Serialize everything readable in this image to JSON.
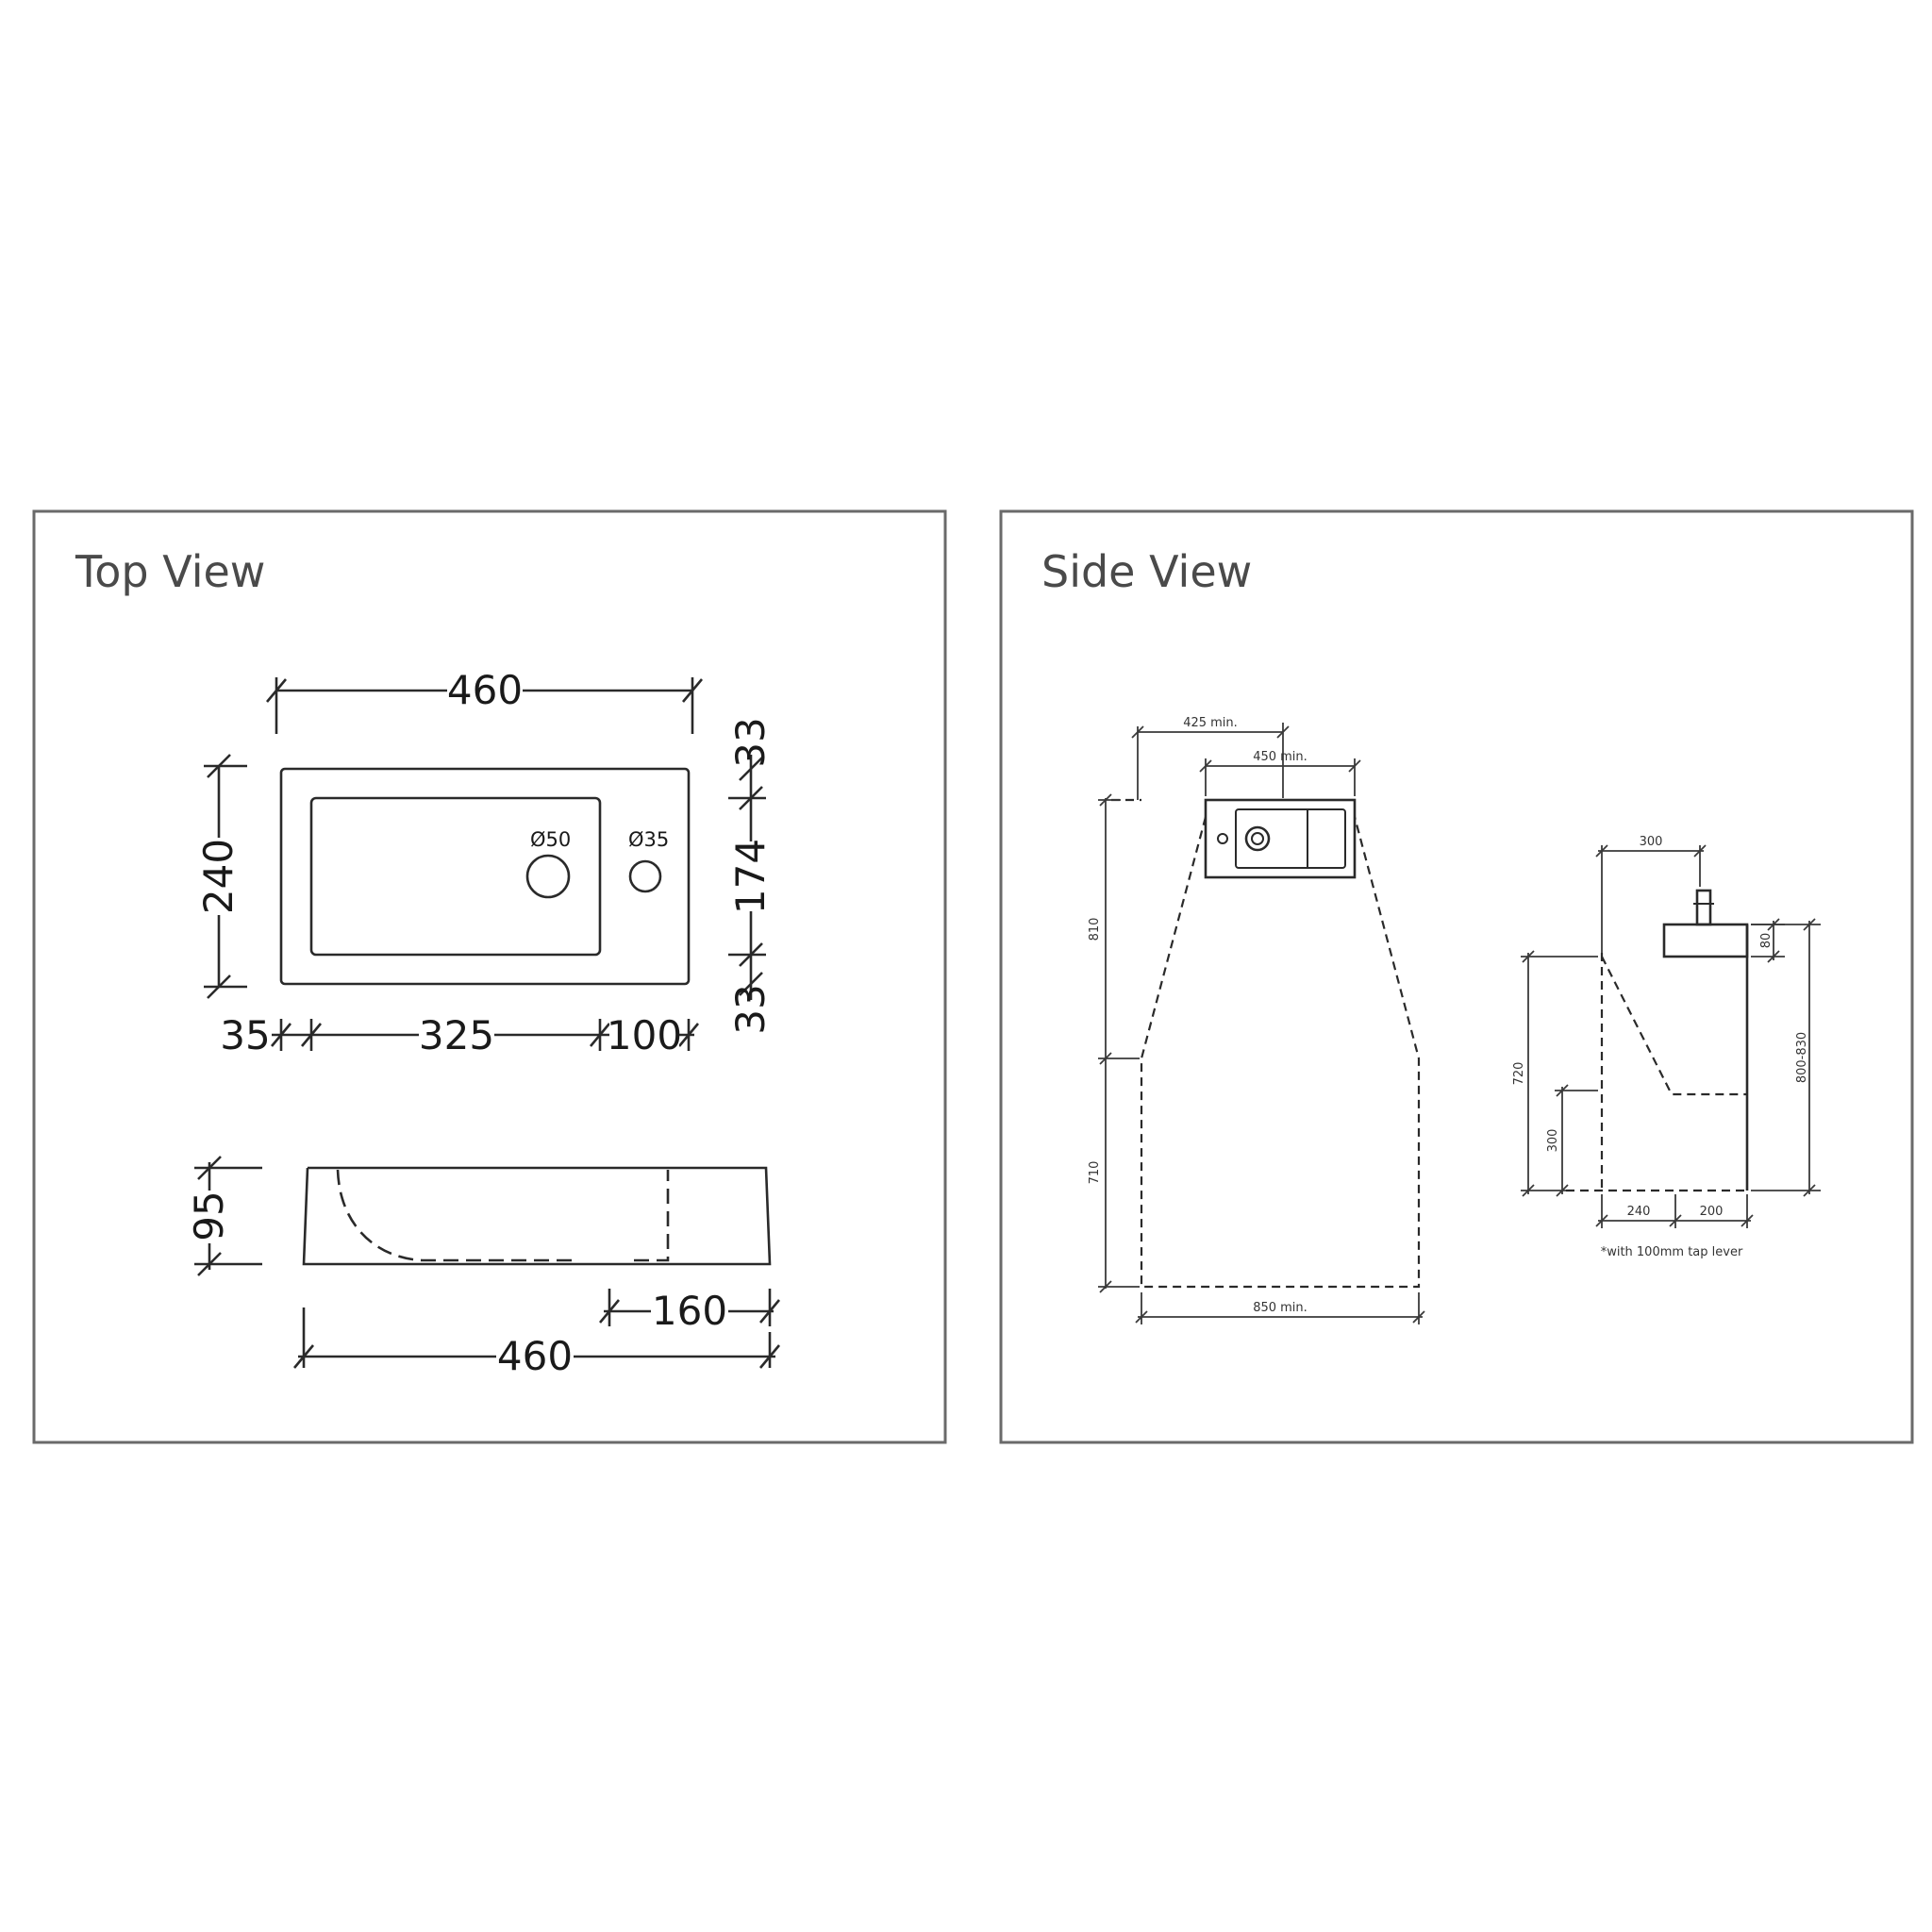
{
  "top_panel": {
    "title": "Top View",
    "plan": {
      "overall_width": "460",
      "overall_depth": "240",
      "margin_top": "33",
      "bowl_depth": "174",
      "margin_bottom": "33",
      "margin_left": "35",
      "bowl_width": "325",
      "tap_zone": "100",
      "waste_hole": "Ø50",
      "tap_hole": "Ø35"
    },
    "elevation": {
      "height": "95",
      "tap_zone": "160",
      "overall_width": "460"
    }
  },
  "side_panel": {
    "title": "Side View",
    "front": {
      "side_clearance": "425 min.",
      "basin_clearance": "450 min.",
      "upper_height": "810",
      "lower_height": "710",
      "floor_width": "850 min."
    },
    "section": {
      "projection": "300",
      "thickness": "80",
      "mount_height": "720",
      "waste_height": "300",
      "overall_height": "800-830",
      "knee_depth": "240",
      "basin_depth": "200",
      "footnote": "*with 100mm tap lever"
    }
  }
}
